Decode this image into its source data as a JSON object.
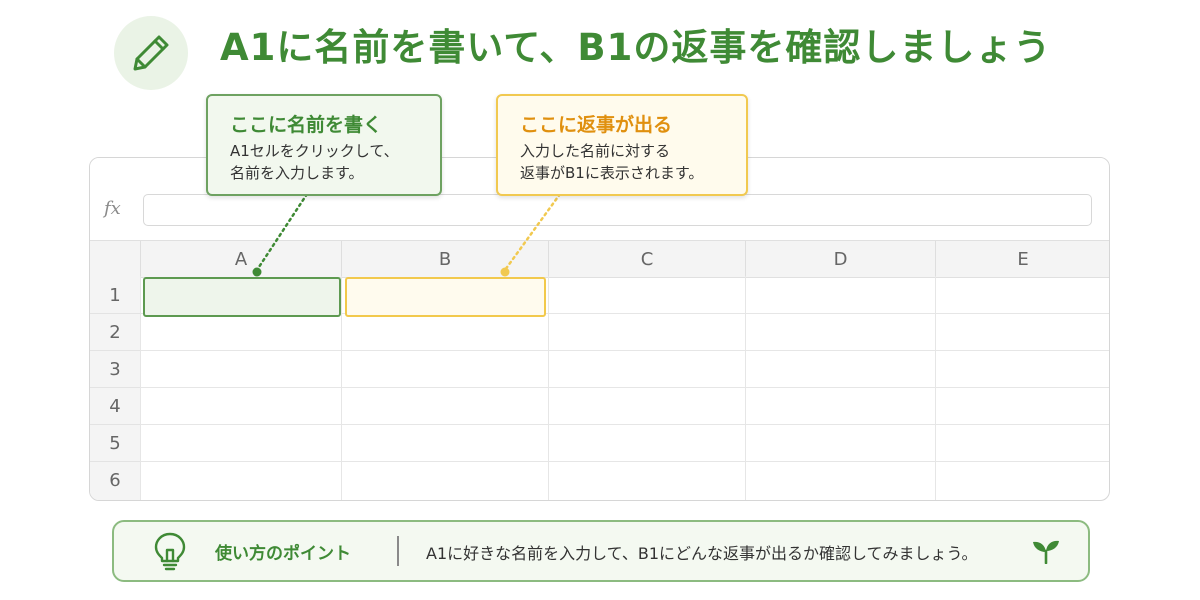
{
  "header": {
    "icon": "pencil-icon",
    "title": "A1に名前を書いて、B1の返事を確認しましょう"
  },
  "callouts": {
    "name": {
      "title": "ここに名前を書く",
      "line1": "A1セルをクリックして、",
      "line2": "名前を入力します。"
    },
    "reply": {
      "title": "ここに返事が出る",
      "line1": "入力した名前に対する",
      "line2": "返事がB1に表示されます。"
    }
  },
  "sheet": {
    "fx_label": "fx",
    "formula_value": "",
    "columns": [
      "A",
      "B",
      "C",
      "D",
      "E"
    ],
    "rows": [
      "1",
      "2",
      "3",
      "4",
      "5",
      "6"
    ],
    "cells": {
      "A1": "",
      "B1": ""
    }
  },
  "tip": {
    "icon": "lightbulb-icon",
    "label": "使い方のポイント",
    "text": "A1に好きな名前を入力して、B1にどんな返事が出るか確認してみましょう。",
    "trailing_icon": "sprout-icon"
  },
  "colors": {
    "green": "#3f8a35",
    "yellow": "#f1c950",
    "orange": "#e0900f"
  }
}
